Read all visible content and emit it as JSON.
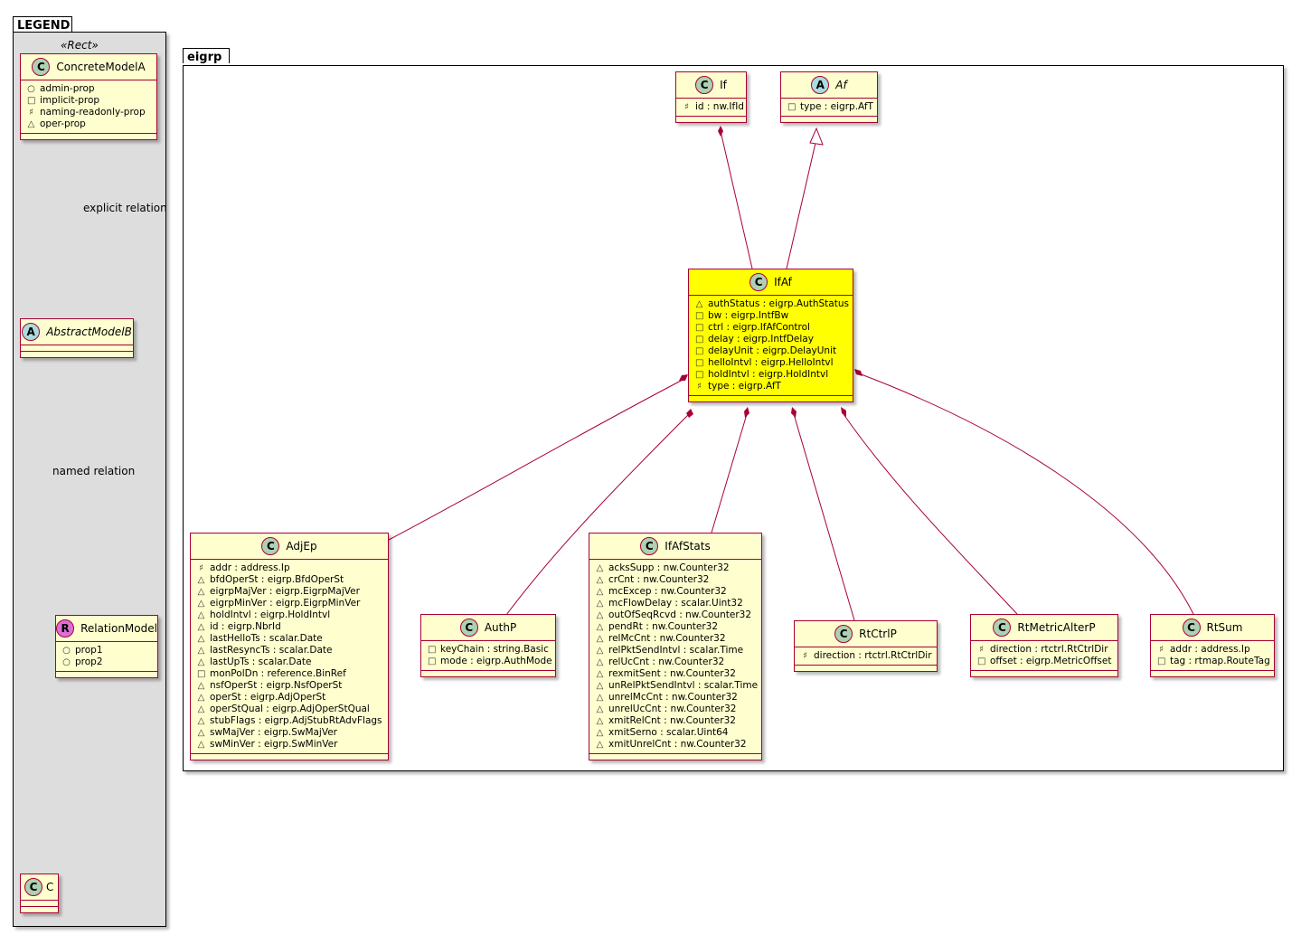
{
  "legend": {
    "title": "LEGEND",
    "stereotype": "«Rect»",
    "concrete_model": {
      "badge": "C",
      "name": "ConcreteModelA",
      "attrs": [
        {
          "vis": "○",
          "text": "admin-prop"
        },
        {
          "vis": "□",
          "text": "implicit-prop"
        },
        {
          "vis": "♯",
          "text": "naming-readonly-prop"
        },
        {
          "vis": "△",
          "text": "oper-prop"
        }
      ]
    },
    "abstract_model": {
      "badge": "A",
      "name": "AbstractModelB"
    },
    "relation_model": {
      "badge": "R",
      "name": "RelationModel",
      "attrs": [
        {
          "vis": "○",
          "text": "prop1"
        },
        {
          "vis": "○",
          "text": "prop2"
        }
      ]
    },
    "c_model": {
      "badge": "C",
      "name": "C"
    },
    "explicit_relation_label": "explicit relation",
    "named_relation_label": "named relation"
  },
  "package": {
    "title": "eigrp",
    "classes": {
      "if": {
        "badge": "C",
        "name": "If",
        "attrs": [
          {
            "vis": "♯",
            "text": "id : nw.IfId"
          }
        ]
      },
      "af": {
        "badge": "A",
        "name": "Af",
        "attrs": [
          {
            "vis": "□",
            "text": "type : eigrp.AfT"
          }
        ]
      },
      "ifaf": {
        "badge": "C",
        "name": "IfAf",
        "attrs": [
          {
            "vis": "△",
            "text": "authStatus : eigrp.AuthStatus"
          },
          {
            "vis": "□",
            "text": "bw : eigrp.IntfBw"
          },
          {
            "vis": "□",
            "text": "ctrl : eigrp.IfAfControl"
          },
          {
            "vis": "□",
            "text": "delay : eigrp.IntfDelay"
          },
          {
            "vis": "□",
            "text": "delayUnit : eigrp.DelayUnit"
          },
          {
            "vis": "□",
            "text": "helloIntvl : eigrp.HelloIntvl"
          },
          {
            "vis": "□",
            "text": "holdIntvl : eigrp.HoldIntvl"
          },
          {
            "vis": "♯",
            "text": "type : eigrp.AfT"
          }
        ]
      },
      "adjep": {
        "badge": "C",
        "name": "AdjEp",
        "attrs": [
          {
            "vis": "♯",
            "text": "addr : address.Ip"
          },
          {
            "vis": "△",
            "text": "bfdOperSt : eigrp.BfdOperSt"
          },
          {
            "vis": "△",
            "text": "eigrpMajVer : eigrp.EigrpMajVer"
          },
          {
            "vis": "△",
            "text": "eigrpMinVer : eigrp.EigrpMinVer"
          },
          {
            "vis": "△",
            "text": "holdIntvl : eigrp.HoldIntvl"
          },
          {
            "vis": "△",
            "text": "id : eigrp.NbrId"
          },
          {
            "vis": "△",
            "text": "lastHelloTs : scalar.Date"
          },
          {
            "vis": "△",
            "text": "lastResyncTs : scalar.Date"
          },
          {
            "vis": "△",
            "text": "lastUpTs : scalar.Date"
          },
          {
            "vis": "□",
            "text": "monPolDn : reference.BinRef"
          },
          {
            "vis": "△",
            "text": "nsfOperSt : eigrp.NsfOperSt"
          },
          {
            "vis": "△",
            "text": "operSt : eigrp.AdjOperSt"
          },
          {
            "vis": "△",
            "text": "operStQual : eigrp.AdjOperStQual"
          },
          {
            "vis": "△",
            "text": "stubFlags : eigrp.AdjStubRtAdvFlags"
          },
          {
            "vis": "△",
            "text": "swMajVer : eigrp.SwMajVer"
          },
          {
            "vis": "△",
            "text": "swMinVer : eigrp.SwMinVer"
          }
        ]
      },
      "authp": {
        "badge": "C",
        "name": "AuthP",
        "attrs": [
          {
            "vis": "□",
            "text": "keyChain : string.Basic"
          },
          {
            "vis": "□",
            "text": "mode : eigrp.AuthMode"
          }
        ]
      },
      "ifafstats": {
        "badge": "C",
        "name": "IfAfStats",
        "attrs": [
          {
            "vis": "△",
            "text": "acksSupp : nw.Counter32"
          },
          {
            "vis": "△",
            "text": "crCnt : nw.Counter32"
          },
          {
            "vis": "△",
            "text": "mcExcep : nw.Counter32"
          },
          {
            "vis": "△",
            "text": "mcFlowDelay : scalar.Uint32"
          },
          {
            "vis": "△",
            "text": "outOfSeqRcvd : nw.Counter32"
          },
          {
            "vis": "△",
            "text": "pendRt : nw.Counter32"
          },
          {
            "vis": "△",
            "text": "relMcCnt : nw.Counter32"
          },
          {
            "vis": "△",
            "text": "relPktSendIntvl : scalar.Time"
          },
          {
            "vis": "△",
            "text": "relUcCnt : nw.Counter32"
          },
          {
            "vis": "△",
            "text": "rexmitSent : nw.Counter32"
          },
          {
            "vis": "△",
            "text": "unRelPktSendIntvl : scalar.Time"
          },
          {
            "vis": "△",
            "text": "unrelMcCnt : nw.Counter32"
          },
          {
            "vis": "△",
            "text": "unrelUcCnt : nw.Counter32"
          },
          {
            "vis": "△",
            "text": "xmitRelCnt : nw.Counter32"
          },
          {
            "vis": "△",
            "text": "xmitSerno : scalar.Uint64"
          },
          {
            "vis": "△",
            "text": "xmitUnrelCnt : nw.Counter32"
          }
        ]
      },
      "rtctrlp": {
        "badge": "C",
        "name": "RtCtrlP",
        "attrs": [
          {
            "vis": "♯",
            "text": "direction : rtctrl.RtCtrlDir"
          }
        ]
      },
      "rtmetricalterp": {
        "badge": "C",
        "name": "RtMetricAlterP",
        "attrs": [
          {
            "vis": "♯",
            "text": "direction : rtctrl.RtCtrlDir"
          },
          {
            "vis": "□",
            "text": "offset : eigrp.MetricOffset"
          }
        ]
      },
      "rtsum": {
        "badge": "C",
        "name": "RtSum",
        "attrs": [
          {
            "vis": "♯",
            "text": "addr : address.Ip"
          },
          {
            "vis": "□",
            "text": "tag : rtmap.RouteTag"
          }
        ]
      }
    }
  },
  "colors": {
    "class_fill": "#FEFECE",
    "class_border": "#A80036",
    "highlight_fill": "#FFFF00",
    "legend_fill": "#DDDDDD",
    "link": "#A80036"
  }
}
